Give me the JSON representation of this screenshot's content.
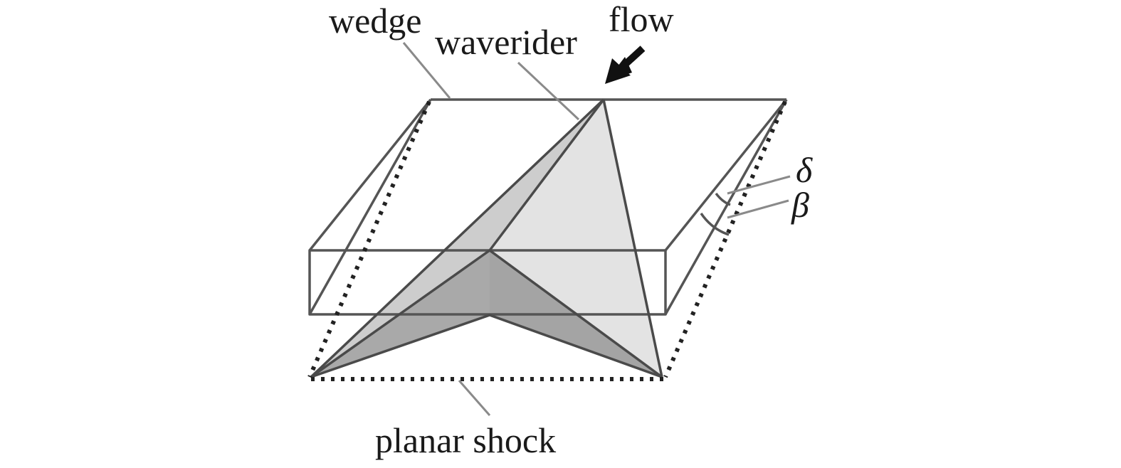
{
  "diagram": {
    "labels": {
      "wedge": "wedge",
      "waverider": "waverider",
      "flow": "flow",
      "delta": "δ",
      "beta": "β",
      "planar_shock": "planar shock"
    },
    "colors": {
      "upper_surface_light": "#e2e2e2",
      "upper_surface_mid": "#cfcfcf",
      "lower_surface_dark": "#a8a8a8",
      "lower_surface_mid": "#bdbdbd",
      "edge": "#555555",
      "dotted_shock": "#222222",
      "leader": "#8a8a8a"
    }
  }
}
